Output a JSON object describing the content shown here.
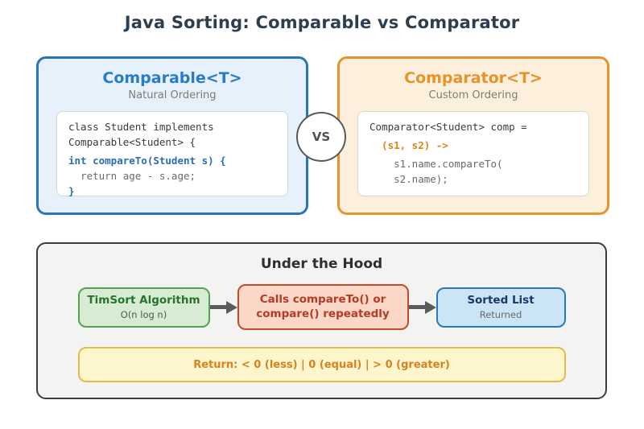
{
  "title": "Java Sorting: Comparable vs Comparator",
  "vs_badge": "VS",
  "comparable_panel": {
    "title": "Comparable<T>",
    "subtitle": "Natural Ordering",
    "code": [
      {
        "text": "class Student implements"
      },
      {
        "text": "Comparable<Student> {"
      },
      {
        "text": "int compareTo(Student s) {"
      },
      {
        "text": "return age - s.age;"
      },
      {
        "text": "}"
      }
    ]
  },
  "comparator_panel": {
    "title": "Comparator<T>",
    "subtitle": "Custom Ordering",
    "code": [
      {
        "text": "Comparator<Student> comp ="
      },
      {
        "text": "(s1, s2) ->"
      },
      {
        "text": "s1.name.compareTo("
      },
      {
        "text": "s2.name);"
      }
    ]
  },
  "under_the_hood": {
    "title": "Under the Hood",
    "steps": [
      {
        "title": "TimSort Algorithm",
        "subtitle": "O(n log n)"
      },
      {
        "title": "Calls compareTo() or compare() repeatedly"
      },
      {
        "title": "Sorted List",
        "subtitle": "Returned"
      }
    ],
    "return_note": "Return: < 0 (less) | 0 (equal) | > 0 (greater)"
  },
  "colors": {
    "title_text": "#2d3e50",
    "comparable_accent": "#2a74ba",
    "comparable_bg": "#e7f1fb",
    "comparator_accent": "#e8922a",
    "comparator_bg": "#fcf0dc",
    "code_keyword_blue": "#2a6db5",
    "code_lambda_orange": "#e08214",
    "code_muted": "#6b6b6b",
    "hood_bg": "#f3f3f2",
    "hood_border": "#3c3c3c",
    "timsort_green_text": "#27742a",
    "timsort_green_bg": "#d8ecd4",
    "calls_red_text": "#b23c24",
    "calls_red_bg": "#fbd7c8",
    "sorted_blue_text": "#16386b",
    "sorted_blue_bg": "#cce5f6",
    "return_bg": "#fdf5cb",
    "return_border": "#e3bc49",
    "return_text": "#d8821d",
    "arrow_gray": "#5a5a5a"
  }
}
